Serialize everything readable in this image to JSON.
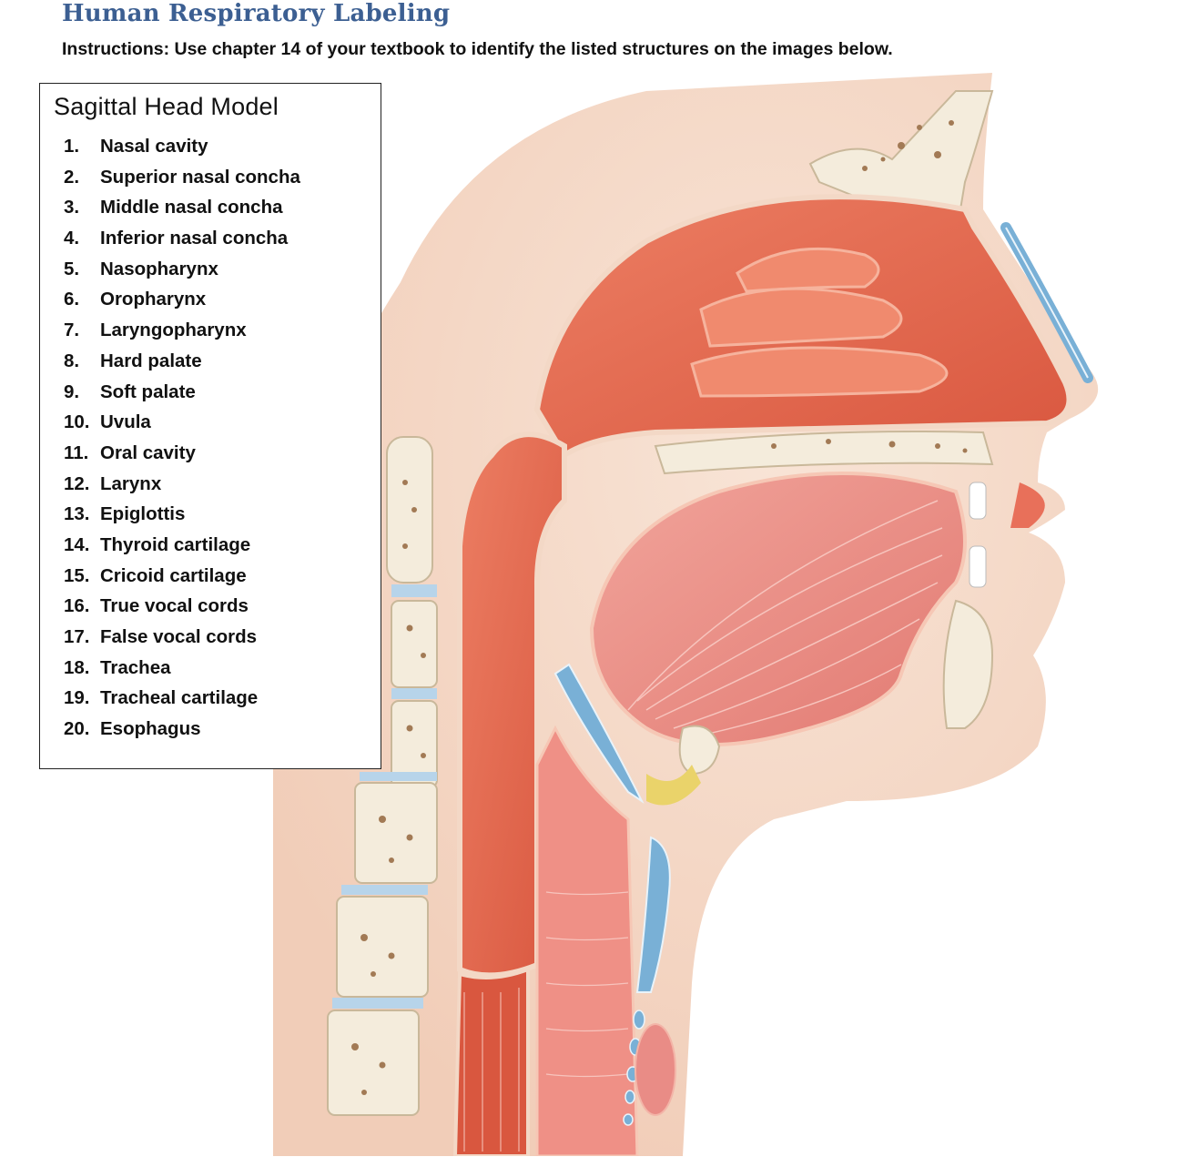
{
  "header": {
    "title": "Human Respiratory Labeling",
    "instructions": "Instructions: Use chapter 14 of your textbook to identify the listed structures on the images below."
  },
  "label_box": {
    "title": "Sagittal Head Model",
    "items": [
      {
        "num": "1.",
        "label": "Nasal cavity"
      },
      {
        "num": "2.",
        "label": "Superior nasal concha"
      },
      {
        "num": "3.",
        "label": "Middle nasal concha"
      },
      {
        "num": "4.",
        "label": "Inferior nasal concha"
      },
      {
        "num": "5.",
        "label": "Nasopharynx"
      },
      {
        "num": "6.",
        "label": "Oropharynx"
      },
      {
        "num": "7.",
        "label": "Laryngopharynx"
      },
      {
        "num": "8.",
        "label": "Hard palate"
      },
      {
        "num": "9.",
        "label": "Soft palate"
      },
      {
        "num": "10.",
        "label": "Uvula"
      },
      {
        "num": "11.",
        "label": "Oral cavity"
      },
      {
        "num": "12.",
        "label": "Larynx"
      },
      {
        "num": "13.",
        "label": "Epiglottis"
      },
      {
        "num": "14.",
        "label": "Thyroid cartilage"
      },
      {
        "num": "15.",
        "label": "Cricoid cartilage"
      },
      {
        "num": "16.",
        "label": "True vocal cords"
      },
      {
        "num": "17.",
        "label": "False vocal cords"
      },
      {
        "num": "18.",
        "label": "Trachea"
      },
      {
        "num": "19.",
        "label": "Tracheal cartilage"
      },
      {
        "num": "20.",
        "label": "Esophagus"
      }
    ]
  },
  "colors": {
    "title": "#3c5f92",
    "skin": "#f6dccb",
    "mucosa": "#e8705a",
    "muscle": "#e98c86",
    "cartilage": "#79b0d6",
    "bone": "#f4ecdc"
  }
}
